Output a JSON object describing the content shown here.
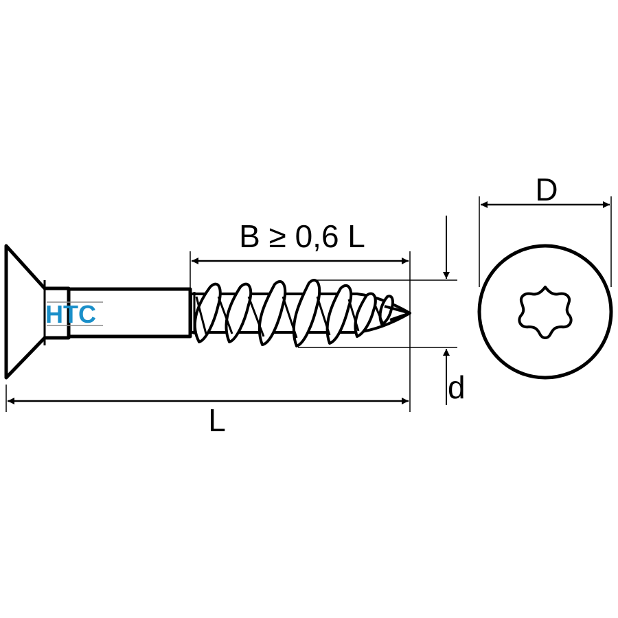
{
  "labels": {
    "thread_length": "B ≥ 0,6 L",
    "total_length": "L",
    "thread_diameter": "d",
    "head_diameter": "D"
  },
  "logo": {
    "text": "HTC",
    "color": "#1a8fc9"
  },
  "colors": {
    "stroke": "#000000",
    "background": "#ffffff"
  },
  "drive": {
    "type": "torx-icon"
  }
}
